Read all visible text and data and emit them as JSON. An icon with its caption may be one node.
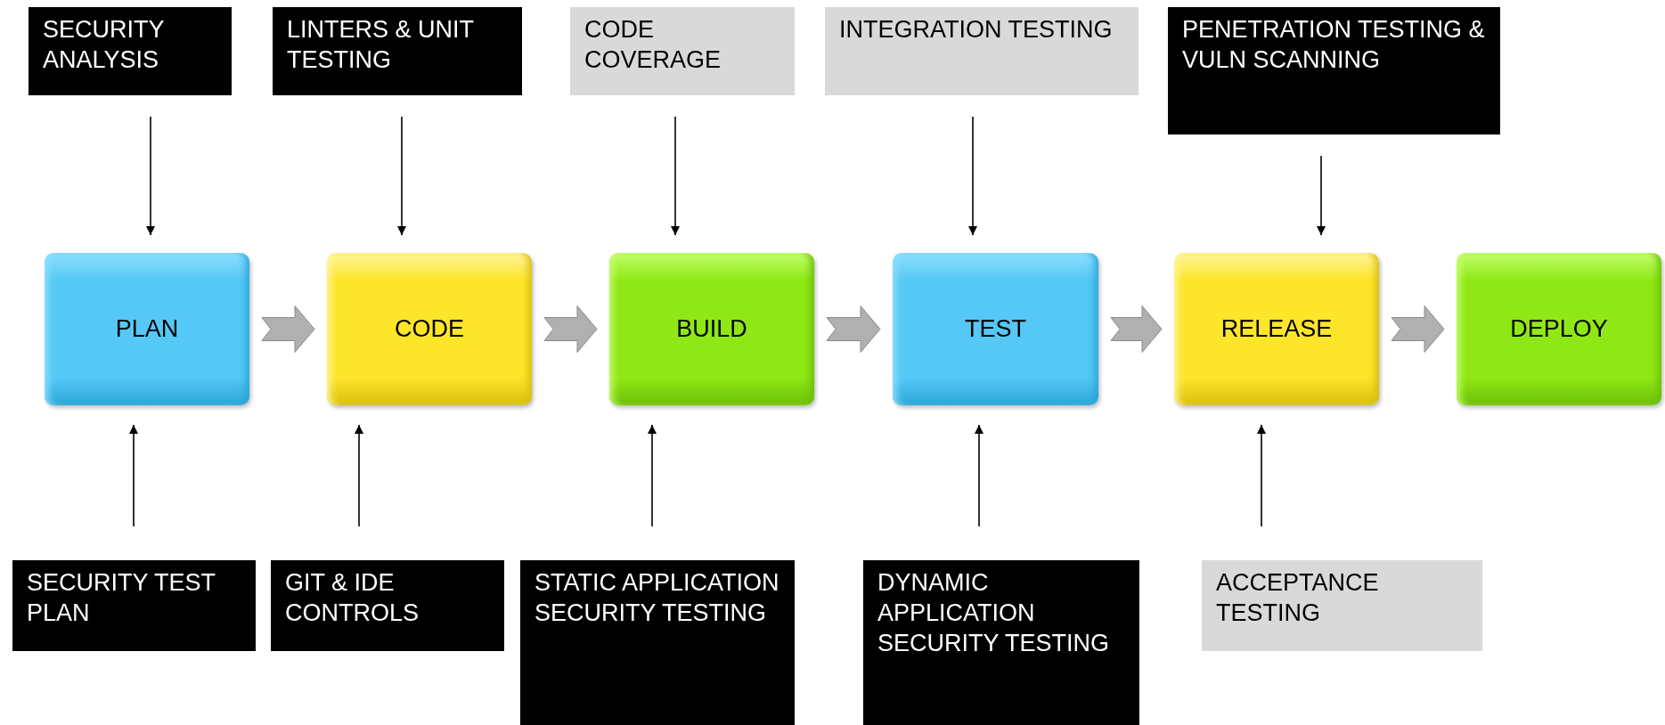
{
  "diagram": {
    "nodes": [
      {
        "text": [
          "SECURITY ANALYSIS"
        ]
      },
      {
        "text": [
          "LINTERS & UNIT TESTING"
        ]
      },
      {
        "text": [
          "CODE COVERAGE"
        ]
      },
      {
        "text": [
          "INTEGRATION TESTING"
        ]
      },
      {
        "text": [
          "PENETRATION TESTING & VULN SCANNING"
        ]
      },
      {
        "text": [
          "PLAN"
        ]
      },
      {
        "text": [
          "CODE"
        ]
      },
      {
        "text": [
          "BUILD"
        ]
      },
      {
        "text": [
          "TEST"
        ]
      },
      {
        "text": [
          "RELEASE"
        ]
      },
      {
        "text": [
          "DEPLOY"
        ]
      },
      {
        "text": [
          "SECURITY TEST PLAN"
        ]
      },
      {
        "text": [
          "GIT & IDE CONTROLS"
        ]
      },
      {
        "text": [
          "STATIC APPLICATION SECURITY TESTING"
        ]
      },
      {
        "text": [
          "DYNAMIC APPLICATION SECURITY TESTING"
        ]
      },
      {
        "text": [
          "ACCEPTANCE TESTING"
        ]
      }
    ],
    "edges": [
      {
        "from": 5,
        "to": 6,
        "arrow": "to",
        "style": "thick",
        "color": "#b0b0b0"
      },
      {
        "from": 6,
        "to": 7,
        "arrow": "to",
        "style": "thick",
        "color": "#b0b0b0"
      },
      {
        "from": 7,
        "to": 8,
        "arrow": "to",
        "style": "thick",
        "color": "#b0b0b0"
      },
      {
        "from": 8,
        "to": 9,
        "arrow": "to",
        "style": "thick",
        "color": "#b0b0b0"
      },
      {
        "from": 9,
        "to": 10,
        "arrow": "to",
        "style": "thick",
        "color": "#b0b0b0"
      },
      {
        "from": 0,
        "to": 5,
        "arrow": "to"
      },
      {
        "from": 1,
        "to": 6,
        "arrow": "to"
      },
      {
        "from": 2,
        "to": 7,
        "arrow": "to"
      },
      {
        "from": 3,
        "to": 8,
        "arrow": "to"
      },
      {
        "from": 4,
        "to": 9,
        "arrow": "to"
      },
      {
        "from": 11,
        "to": 5,
        "arrow": "to"
      },
      {
        "from": 12,
        "to": 6,
        "arrow": "to"
      },
      {
        "from": 13,
        "to": 7,
        "arrow": "to"
      },
      {
        "from": 14,
        "to": 8,
        "arrow": "to"
      },
      {
        "from": 15,
        "to": 9,
        "arrow": "to"
      }
    ]
  }
}
